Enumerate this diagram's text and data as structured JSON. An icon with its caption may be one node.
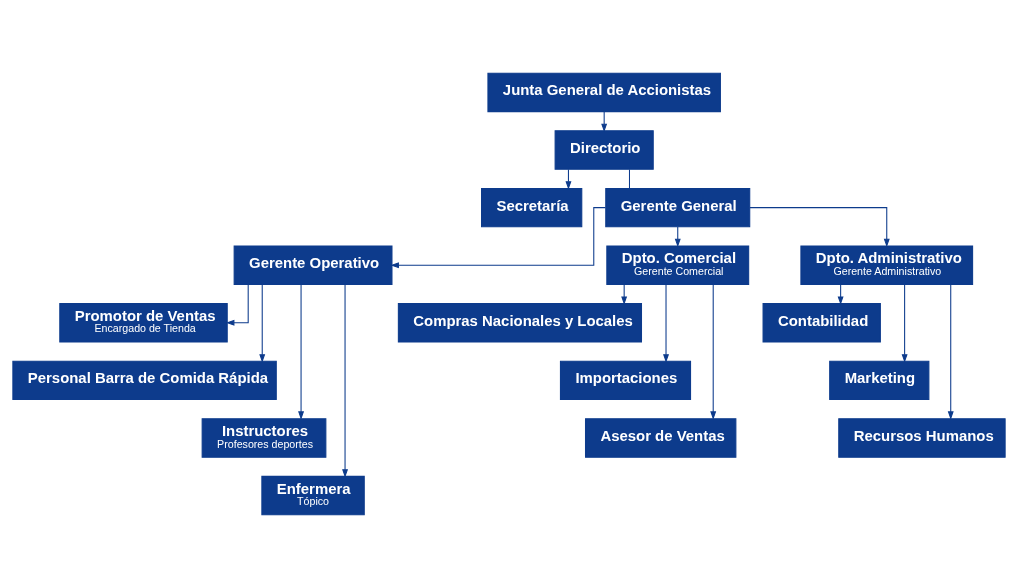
{
  "diagram": {
    "nodes": [
      {
        "text": [
          "Junta General de Accionistas"
        ]
      },
      {
        "text": [
          "Directorio"
        ]
      },
      {
        "text": [
          "Secretaría"
        ]
      },
      {
        "text": [
          "Gerente General"
        ]
      },
      {
        "text": [
          "Gerente Operativo"
        ]
      },
      {
        "text": [
          "Promotor de Ventas",
          "Encargado de Tienda"
        ]
      },
      {
        "text": [
          "Personal Barra de Comida Rápida"
        ]
      },
      {
        "text": [
          "Instructores",
          "Profesores deportes"
        ]
      },
      {
        "text": [
          "Enfermera",
          "Tópico"
        ]
      },
      {
        "text": [
          "Dpto. Comercial",
          "Gerente Comercial"
        ]
      },
      {
        "text": [
          "Compras Nacionales y Locales"
        ]
      },
      {
        "text": [
          "Importaciones"
        ]
      },
      {
        "text": [
          "Asesor de Ventas"
        ]
      },
      {
        "text": [
          "Dpto. Administrativo",
          "Gerente Administrativo"
        ]
      },
      {
        "text": [
          "Contabilidad"
        ]
      },
      {
        "text": [
          "Marketing"
        ]
      },
      {
        "text": [
          "Recursos Humanos"
        ]
      }
    ],
    "edges": [
      {
        "from": 0,
        "to": 1,
        "arrow": "to"
      },
      {
        "from": 1,
        "to": 2,
        "arrow": "to"
      },
      {
        "from": 1,
        "to": 3,
        "arrow": "none"
      },
      {
        "from": 3,
        "to": 4,
        "arrow": "to"
      },
      {
        "from": 3,
        "to": 9,
        "arrow": "to"
      },
      {
        "from": 3,
        "to": 13,
        "arrow": "to"
      },
      {
        "from": 4,
        "to": 5,
        "arrow": "to"
      },
      {
        "from": 4,
        "to": 6,
        "arrow": "to"
      },
      {
        "from": 4,
        "to": 7,
        "arrow": "to"
      },
      {
        "from": 4,
        "to": 8,
        "arrow": "to"
      },
      {
        "from": 9,
        "to": 10,
        "arrow": "to"
      },
      {
        "from": 9,
        "to": 11,
        "arrow": "to"
      },
      {
        "from": 9,
        "to": 12,
        "arrow": "to"
      },
      {
        "from": 13,
        "to": 14,
        "arrow": "to"
      },
      {
        "from": 13,
        "to": 15,
        "arrow": "to"
      },
      {
        "from": 13,
        "to": 16,
        "arrow": "to"
      }
    ]
  }
}
